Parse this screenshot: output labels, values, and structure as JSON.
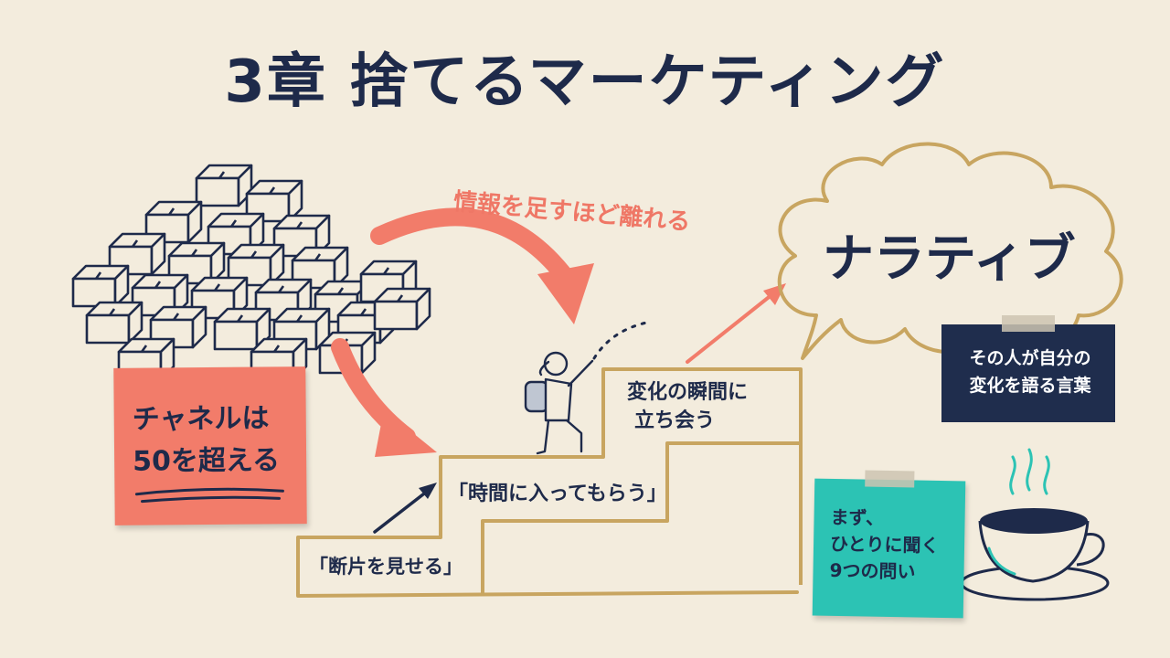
{
  "title": "3章 捨てるマーケティング",
  "arrow_label": "情報を足すほど離れる",
  "channels_note": {
    "line1": "チャネルは",
    "line2": "50を超える"
  },
  "steps": [
    {
      "label": "「断片を見せる」"
    },
    {
      "label": "「時間に入ってもらう」"
    },
    {
      "label_line1": "変化の瞬間に",
      "label_line2": "立ち会う"
    }
  ],
  "cloud_label": "ナラティブ",
  "narrative_caption": {
    "line1": "その人が自分の",
    "line2": "変化を語る言葉"
  },
  "questions_note": {
    "line1": "まず、",
    "line2": "ひとりに聞く",
    "line3": "9つの問い"
  },
  "colors": {
    "background": "#f3ecdd",
    "navy": "#1e2a4a",
    "coral": "#f27c6a",
    "teal": "#2cc3b4",
    "gold": "#c8a560"
  }
}
